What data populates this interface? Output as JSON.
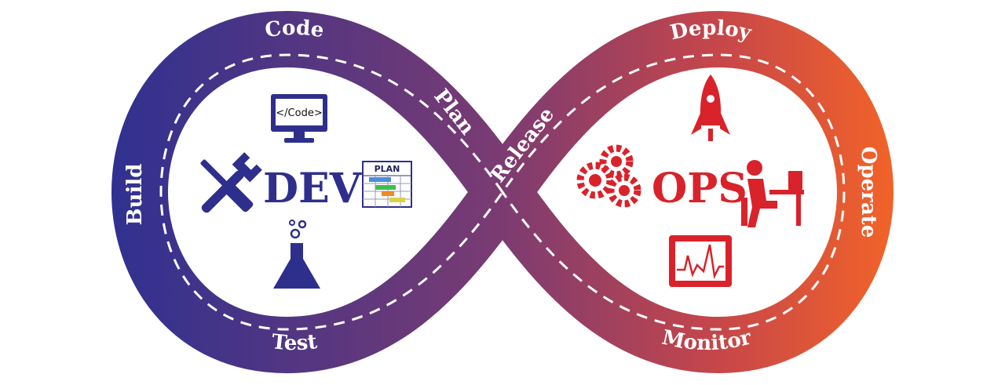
{
  "diagram": {
    "stages": {
      "code": "Code",
      "build": "Build",
      "test": "Test",
      "plan": "Plan",
      "release": "Release",
      "deploy": "Deploy",
      "operate": "Operate",
      "monitor": "Monitor"
    },
    "dev_label": "DEV",
    "ops_label": "OPS",
    "icons": {
      "monitor_code_text": "</Code>",
      "plan_board_text": "PLAN"
    },
    "colors": {
      "dev": "#2e2f8c",
      "ops": "#d9222a",
      "gradient_start": "#2f3190",
      "gradient_mid": "#7a3b72",
      "gradient_end": "#f0622a"
    }
  }
}
